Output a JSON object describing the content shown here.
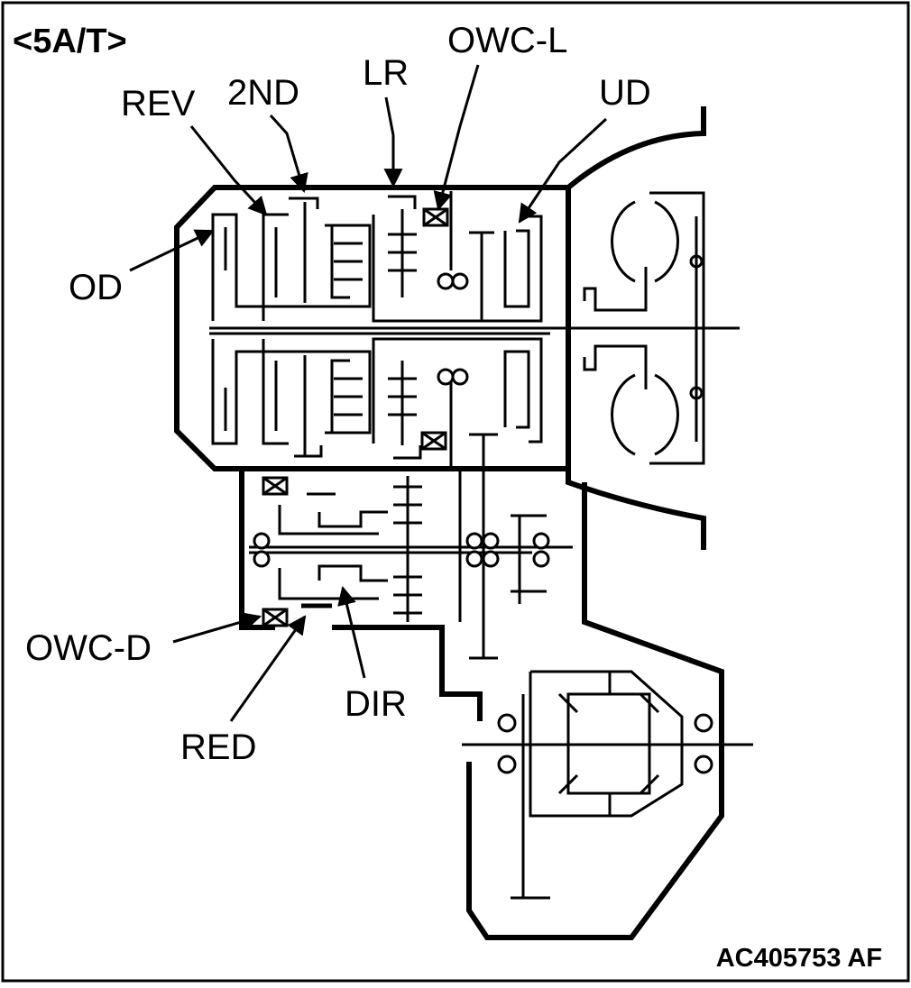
{
  "title": "<5A/T>",
  "labels": {
    "rev": "REV",
    "second": "2ND",
    "lr": "LR",
    "owc_l": "OWC-L",
    "ud": "UD",
    "od": "OD",
    "owc_d": "OWC-D",
    "red": "RED",
    "dir": "DIR"
  },
  "figure_code": "AC405753 AF",
  "colors": {
    "line": "#000000",
    "background": "#ffffff"
  }
}
